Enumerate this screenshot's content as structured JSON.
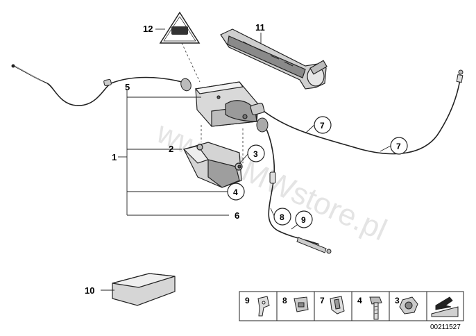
{
  "watermark": "www.BMWstore.pl",
  "callouts": {
    "c1": "1",
    "c2": "2",
    "c3": "3",
    "c4": "4",
    "c5": "5",
    "c6": "6",
    "c7a": "7",
    "c7b": "7",
    "c8": "8",
    "c9": "9",
    "c10": "10",
    "c11": "11",
    "c12": "12"
  },
  "legend": {
    "items": [
      "9",
      "8",
      "7",
      "4",
      "3"
    ]
  },
  "diagram_code": "00211527"
}
